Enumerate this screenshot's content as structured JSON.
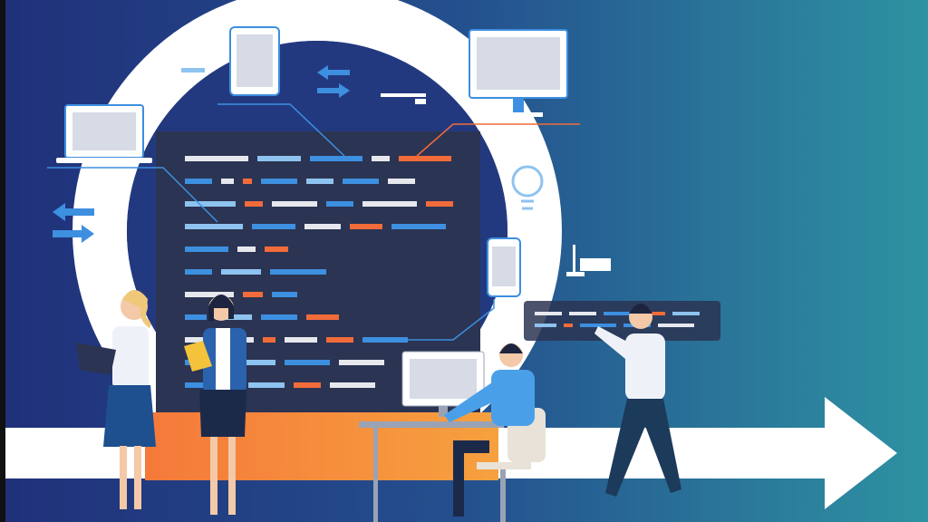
{
  "scene": {
    "colors": {
      "background_left": "#20307a",
      "background_right": "#2e92a2",
      "ring": "#ffffff",
      "code_panel": "#2b3452",
      "code_white": "#e6e8ee",
      "code_blue": "#3d8fe0",
      "code_light_blue": "#8ec3f0",
      "code_orange": "#f26b3a",
      "platform_orange": "#f5793a",
      "arrow": "#ffffff"
    },
    "icons": [
      "laptop-icon",
      "tablet-icon",
      "desktop-monitor-icon",
      "smartphone-icon",
      "lightbulb-icon",
      "swap-arrows-icon",
      "progress-arrow-icon"
    ],
    "people": [
      "woman-with-laptop",
      "woman-with-folder",
      "man-at-desk",
      "man-presenting"
    ]
  }
}
